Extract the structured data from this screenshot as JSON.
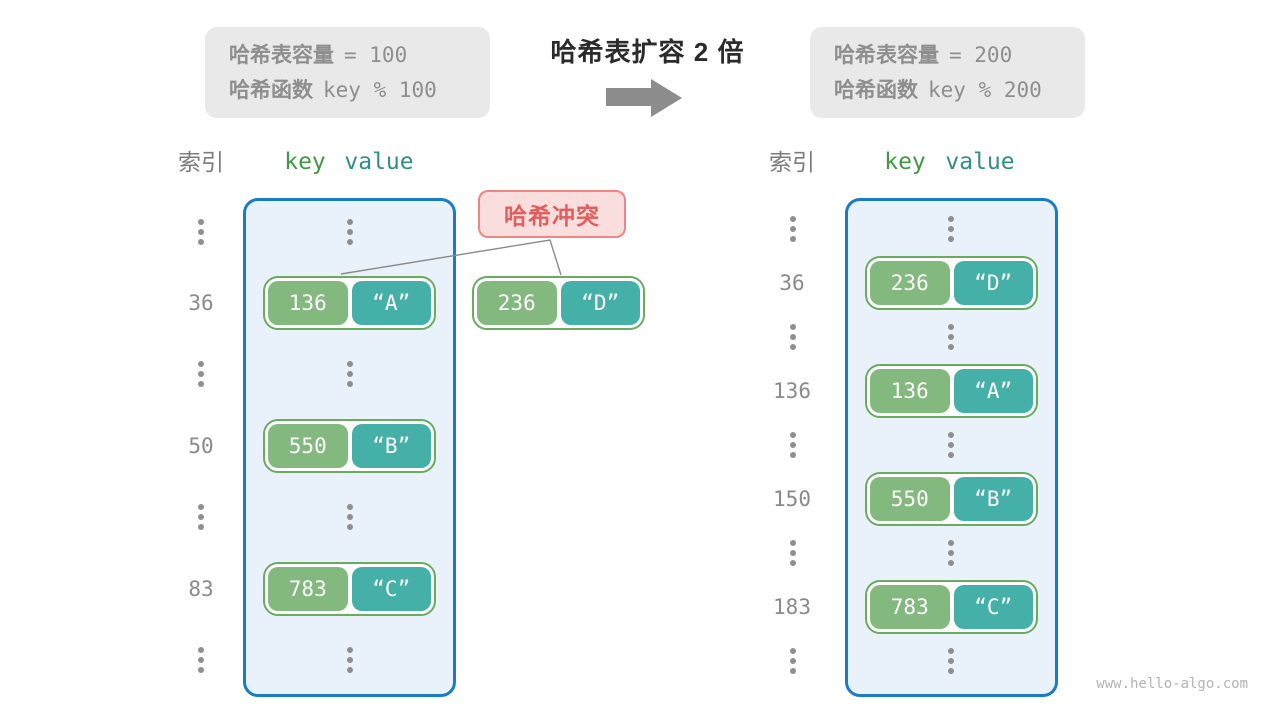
{
  "title": "哈希表扩容 2 倍",
  "info_before": {
    "capacity_label": "哈希表容量",
    "capacity_value": "= 100",
    "hash_label": "哈希函数",
    "hash_value": "key % 100"
  },
  "info_after": {
    "capacity_label": "哈希表容量",
    "capacity_value": "= 200",
    "hash_label": "哈希函数",
    "hash_value": "key % 200"
  },
  "collision": {
    "label": "哈希冲突",
    "pair": {
      "key": "236",
      "value": "“D”"
    }
  },
  "table_before": {
    "index_header": "索引",
    "key_header": "key",
    "value_header": "value",
    "entries": [
      {
        "index": "36",
        "key": "136",
        "value": "“A”"
      },
      {
        "index": "50",
        "key": "550",
        "value": "“B”"
      },
      {
        "index": "83",
        "key": "783",
        "value": "“C”"
      }
    ]
  },
  "table_after": {
    "index_header": "索引",
    "key_header": "key",
    "value_header": "value",
    "entries": [
      {
        "index": "36",
        "key": "236",
        "value": "“D”"
      },
      {
        "index": "136",
        "key": "136",
        "value": "“A”"
      },
      {
        "index": "150",
        "key": "550",
        "value": "“B”"
      },
      {
        "index": "183",
        "key": "783",
        "value": "“C”"
      }
    ]
  },
  "watermark": "www.hello-algo.com",
  "colors": {
    "key_green": "#83b97e",
    "value_teal": "#44b0a8",
    "pair_border_green": "#6aab60",
    "container_fill": "#e9f2fb",
    "container_border": "#1a7bc9",
    "collision_bg": "#fadddd",
    "collision_border": "#ef8585",
    "collision_text": "#e45d5d",
    "header_key_green": "#3f9a43",
    "header_value_teal": "#2f8f86",
    "muted_gray": "#8e8e8e",
    "info_box_bg": "#e9e9e9"
  }
}
